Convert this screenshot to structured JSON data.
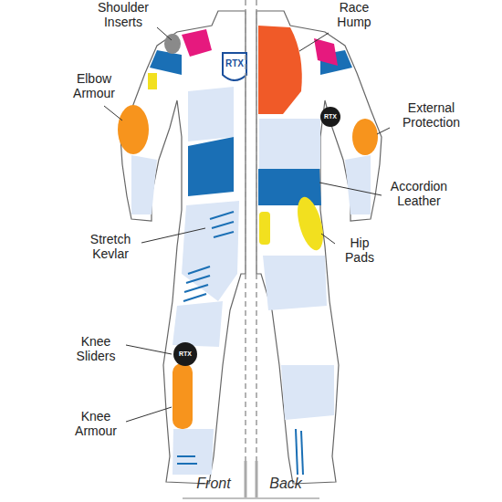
{
  "diagram": {
    "labels": [
      "Shoulder Inserts",
      "Race Hump",
      "Elbow Armour",
      "RTX",
      "External Protection",
      "RTX",
      "Accordion Leather",
      "Stretch Kevlar",
      "Hip Pads",
      "Knee Sliders",
      "RTX",
      "Knee Armour",
      "Front",
      "Back"
    ]
  }
}
